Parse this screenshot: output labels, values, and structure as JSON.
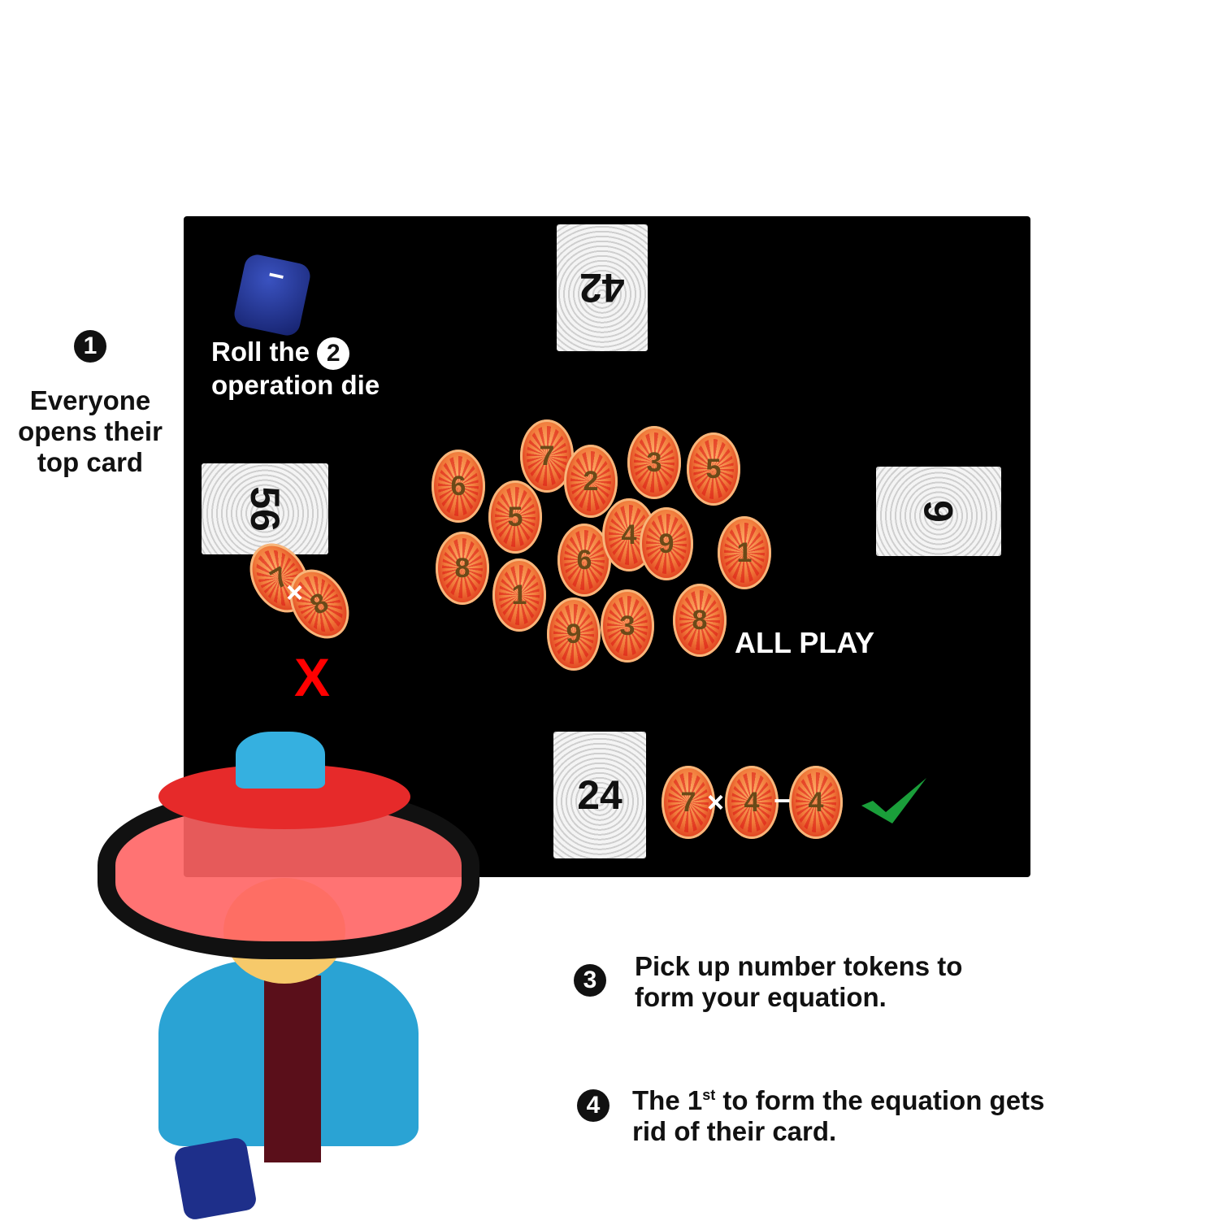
{
  "step1": {
    "number": "1",
    "text_lines": [
      "Everyone",
      "opens their",
      "top card"
    ]
  },
  "step2": {
    "number": "2",
    "line1": "Roll the",
    "line2": "operation die",
    "die_face": "−"
  },
  "step3": {
    "number": "3",
    "line1": "Pick up number tokens to",
    "line2": "form your equation."
  },
  "step4": {
    "number": "4",
    "pre": "The 1",
    "sup": "st",
    "post": " to form the equation gets",
    "line2": "rid of their card."
  },
  "cards": {
    "top": "42",
    "left": "56",
    "right": "6",
    "bottom": "24"
  },
  "center_tokens": [
    "6",
    "7",
    "2",
    "3",
    "5",
    "5",
    "8",
    "1",
    "6",
    "4",
    "9",
    "1",
    "9",
    "3",
    "8"
  ],
  "all_play_label": "ALL PLAY",
  "wrong_attempt": {
    "tokens": [
      "7",
      "8"
    ],
    "operator": "×",
    "mark": "X",
    "mark_color": "#ff0000"
  },
  "correct_attempt": {
    "tokens": [
      "7",
      "4",
      "4"
    ],
    "operators": [
      "×",
      "−"
    ],
    "mark": "check-icon",
    "mark_color": "#1a9e3a"
  },
  "colors": {
    "board": "#000000",
    "die": "#1e2f8a",
    "token": "#f07a3a"
  }
}
